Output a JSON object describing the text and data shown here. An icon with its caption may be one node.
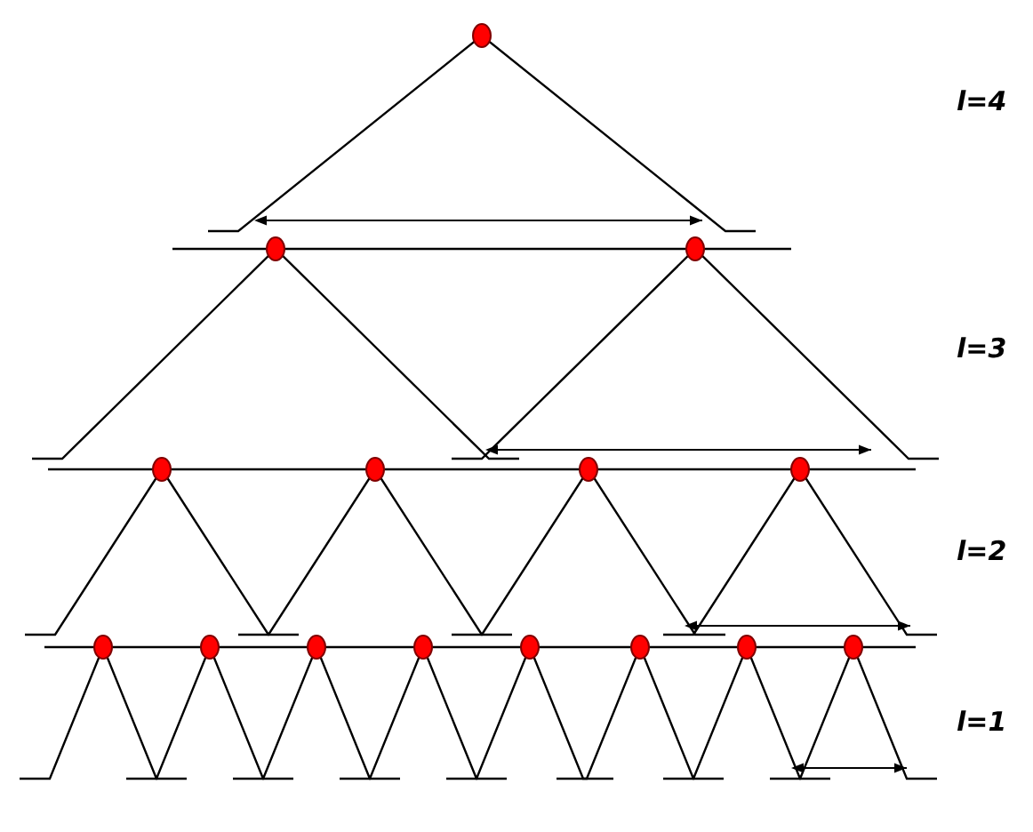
{
  "diagram": {
    "labels": [
      "l=4",
      "l=3",
      "l=2",
      "l=1"
    ]
  }
}
